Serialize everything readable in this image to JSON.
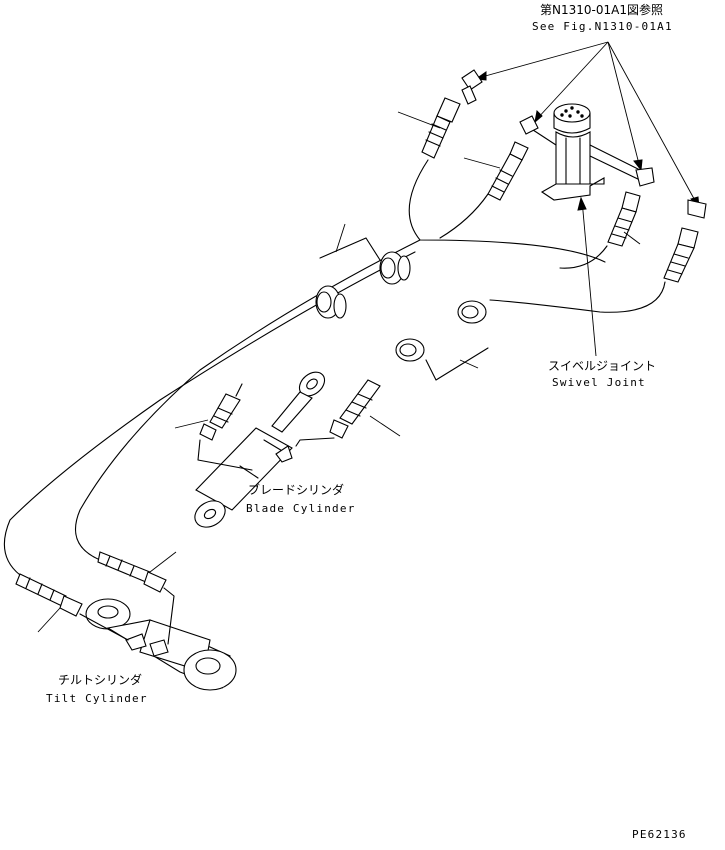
{
  "title_labels": {
    "reference_jp": "第N1310-01A1図参照",
    "reference_en": "See Fig.N1310-01A1"
  },
  "components": {
    "swivel_joint_jp": "スイベルジョイント",
    "swivel_joint_en": "Swivel Joint",
    "blade_cylinder_jp": "ブレードシリンダ",
    "blade_cylinder_en": "Blade Cylinder",
    "tilt_cylinder_jp": "チルトシリンダ",
    "tilt_cylinder_en": "Tilt Cylinder"
  },
  "drawing_number": "PE62136"
}
